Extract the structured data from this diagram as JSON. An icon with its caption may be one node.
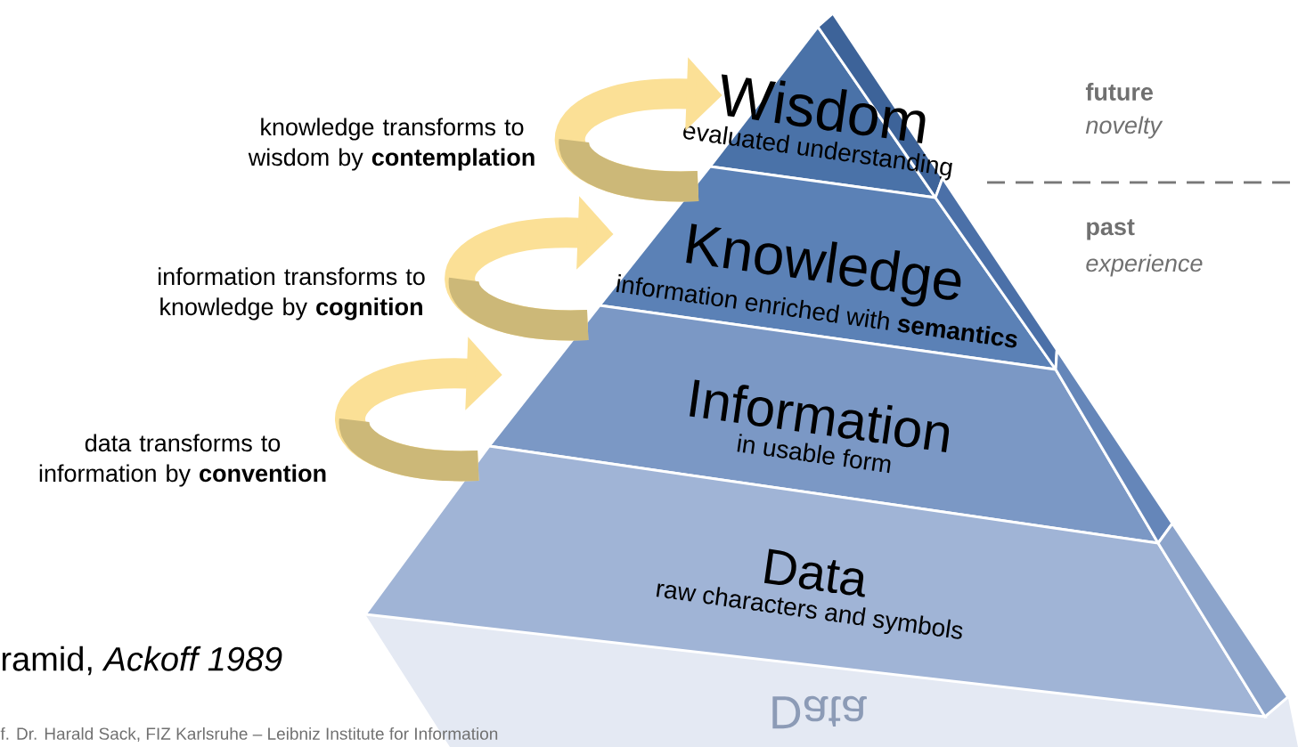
{
  "diagram": {
    "title": "ramid, *Ackoff 1989*",
    "nodes": [
      {
        "text": [
          "Wisdom",
          "evaluated understanding"
        ]
      },
      {
        "text": [
          "Knowledge",
          "information enriched with **semantics**"
        ]
      },
      {
        "text": [
          "Information",
          "in usable form"
        ]
      },
      {
        "text": [
          "Data",
          "raw characters and symbols"
        ]
      }
    ],
    "edges": [
      {
        "from": 1,
        "to": 0,
        "arrow": "to",
        "label": "knowledge transforms to wisdom by **contemplation**"
      },
      {
        "from": 2,
        "to": 1,
        "arrow": "to",
        "label": "information transforms to knowledge by **cognition**"
      },
      {
        "from": 3,
        "to": 2,
        "arrow": "to",
        "label": "data transforms to information by **convention**"
      }
    ],
    "labels": [
      "future",
      "novelty",
      "past",
      "experience",
      "Data",
      "f. Dr. Harald Sack, FIZ Karlsruhe – Leibniz Institute for Information"
    ]
  }
}
